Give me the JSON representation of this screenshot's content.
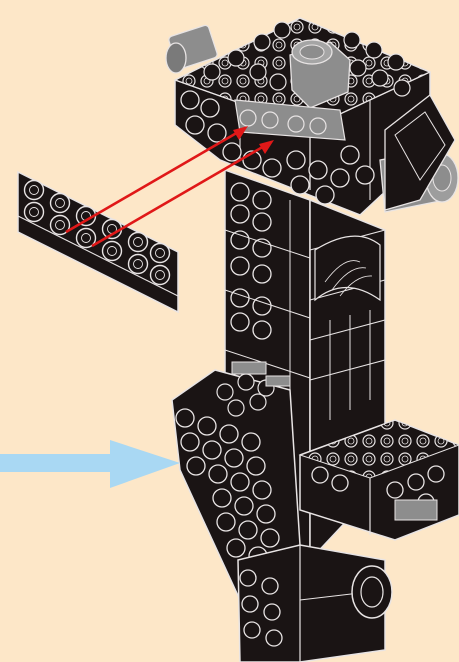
{
  "scene": {
    "background_color": "#fde7c8",
    "brick_color": "#1a1414",
    "outline_color": "#e8e4e4",
    "gray_part_color": "#8d8d8d",
    "assembly_arrow_color": "#e01818",
    "pointer_arrow_color": "#a9d8f3",
    "loose_part": "black 2x6 plate",
    "loose_part_studs": 12,
    "red_guide_lines": 2
  }
}
